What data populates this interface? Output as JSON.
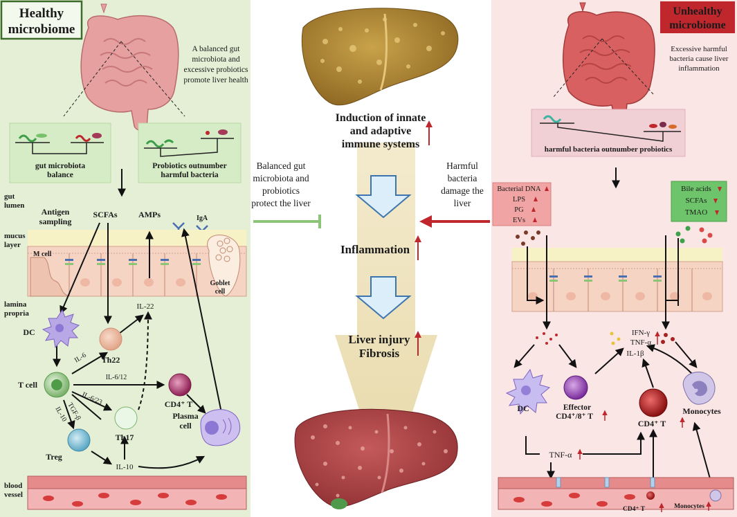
{
  "left": {
    "header": "Healthy microbiome",
    "caption": [
      "A balanced gut",
      "microbiota and",
      "excessive probiotics",
      "promote liver health"
    ],
    "box_balance": [
      "gut microbiota",
      "balance"
    ],
    "box_probiotics": [
      "Probiotics outnumber",
      "harmful bacteria"
    ],
    "region_labels": {
      "gut_lumen": [
        "gut",
        "lumen"
      ],
      "mucus_layer": [
        "mucus",
        "layer"
      ],
      "lamina_propria": [
        "lamina",
        "propria"
      ],
      "blood_vessel": [
        "blood",
        "vessel"
      ]
    },
    "lumen_items": {
      "antigen": [
        "Antigen",
        "sampling"
      ],
      "scfas": "SCFAs",
      "amps": "AMPs",
      "iga": "IgA"
    },
    "m_cell": "M cell",
    "goblet": [
      "Goblet",
      "cell"
    ],
    "cells": {
      "dc": "DC",
      "th22": "Th22",
      "tcell": "T cell",
      "cd4": "CD4⁺ T",
      "th17": "Th17",
      "treg": "Treg",
      "plasma": [
        "Plasma",
        "cell"
      ]
    },
    "cytokines": {
      "il22": "IL-22",
      "il6": "IL-6",
      "il612": "IL-6/12",
      "il623": "IL-6/23",
      "tgfb": "TGF-β",
      "il10a": "IL-10",
      "il10b": "IL-10"
    }
  },
  "center": {
    "left_note": [
      "Balanced gut",
      "microbiota and",
      "probiotics",
      "protect the liver"
    ],
    "right_note": [
      "Harmful",
      "bacteria",
      "damage the",
      "liver"
    ],
    "stages": {
      "s1": [
        "Induction of innate",
        "and adaptive",
        "immune systems"
      ],
      "s2": "Inflammation",
      "s3": [
        "Liver injury",
        "Fibrosis"
      ]
    }
  },
  "right": {
    "header": [
      "Unhealthy",
      "microbiome"
    ],
    "caption": [
      "Excessive harmful",
      "bacteria cause liver",
      "inflammation"
    ],
    "box_harmful": "harmful bacteria outnumber probiotics",
    "red_box": [
      "Bacterial DNA",
      "LPS",
      "PG",
      "EVs"
    ],
    "green_box": [
      "Bile acids",
      "SCFAs",
      "TMAO"
    ],
    "cytokines": [
      "IFN-γ",
      "TNF-α",
      "IL-1β"
    ],
    "cells": {
      "dc": "DC",
      "effector": [
        "Effector",
        "CD4⁺/8⁺ T"
      ],
      "cd4": "CD4⁺ T",
      "monocytes": "Monocytes"
    },
    "tnfa": "TNF-α",
    "vessel_cd4": "CD4⁺ T",
    "vessel_mono": "Monocytes"
  },
  "colors": {
    "healthy_bg": "#e4efd6",
    "unhealthy_bg": "#fbe6e6",
    "healthy_header": "#3d6b2a",
    "unhealthy_header": "#c0272d",
    "inhibit_green": "#8cc47a",
    "arrow_red": "#c0272d"
  }
}
